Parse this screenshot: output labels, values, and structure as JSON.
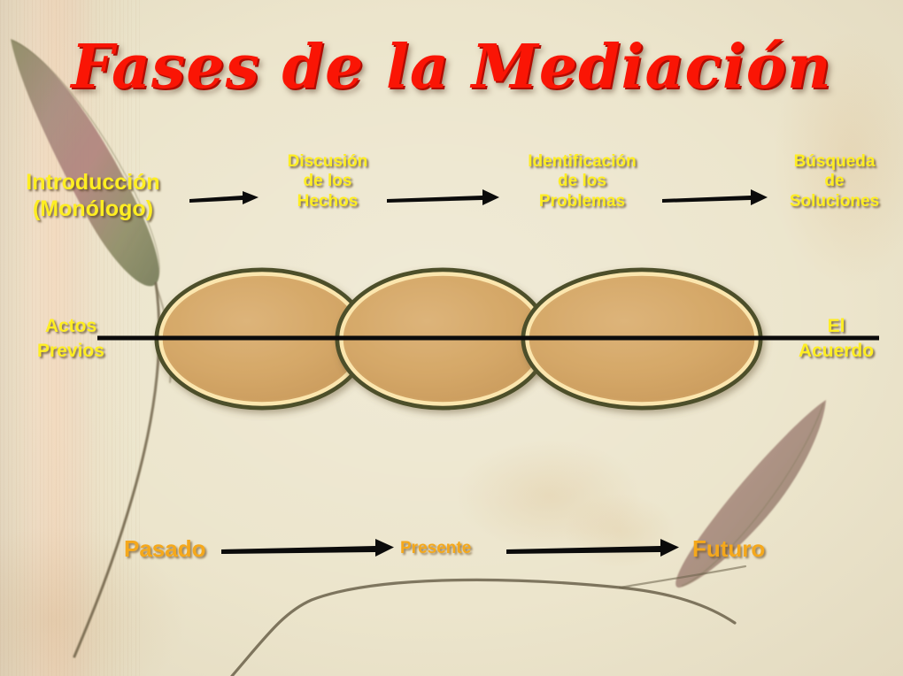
{
  "slide": {
    "title": "Fases de la Mediación",
    "colors": {
      "title_red": "#fa1505",
      "phase_yellow": "#ffee22",
      "timeline_amber": "#f5a81b",
      "ellipse_fill": "#d6a96b",
      "ellipse_outer_stroke": "#50502c",
      "ellipse_inner_stroke": "#fbe8b4",
      "background_cream": "#ece5cc",
      "arrow_black": "#0b0b0b"
    }
  },
  "phases": [
    {
      "id": "introduccion",
      "lines": [
        "Introducción",
        "(Monólogo)"
      ]
    },
    {
      "id": "discusion",
      "lines": [
        "Discusión",
        "de los",
        "Hechos"
      ]
    },
    {
      "id": "identificacion",
      "lines": [
        "Identificación",
        "de los",
        "Problemas"
      ]
    },
    {
      "id": "busqueda",
      "lines": [
        "Búsqueda",
        "de",
        "Soluciones"
      ]
    }
  ],
  "edge_labels": {
    "left": {
      "lines": [
        "Actos",
        "Previos"
      ]
    },
    "right": {
      "lines": [
        "El",
        "Acuerdo"
      ]
    }
  },
  "timeline": {
    "past": "Pasado",
    "present": "Presente",
    "future": "Futuro"
  },
  "arrows": {
    "phase_arrow_count": 3,
    "timeline_arrow_count": 2
  },
  "ellipses": {
    "count": 3,
    "meaning": "three overlapping stage ellipses crossed by the process axis"
  }
}
